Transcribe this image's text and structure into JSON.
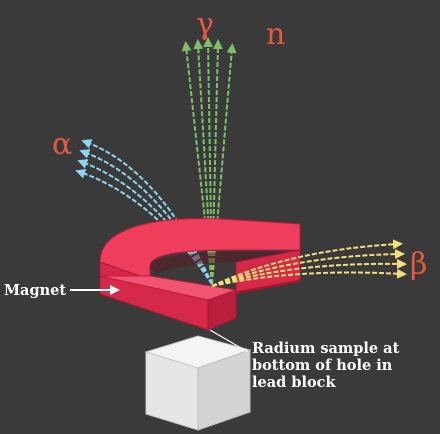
{
  "labels": {
    "gamma": "γ",
    "neutron": "n",
    "alpha": "α",
    "beta": "β",
    "magnet": "Magnet",
    "radium": "Radium sample at bottom of hole in lead block"
  },
  "colors": {
    "background": "#3a3a3a",
    "magnet": "#e0304f",
    "gamma_rays": "#7fbf6a",
    "alpha_rays": "#8fd4ee",
    "beta_rays": "#f2e07a",
    "symbol_text": "#e8583f",
    "label_text": "#ffffff"
  }
}
